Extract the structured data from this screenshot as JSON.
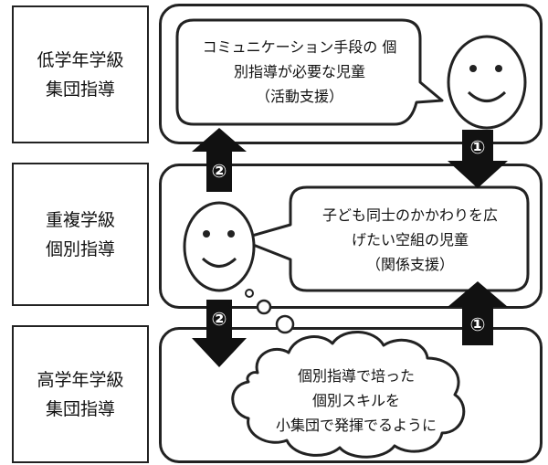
{
  "rows": [
    {
      "label": "低学年学級\n集団指導"
    },
    {
      "label": "重複学級\n個別指導"
    },
    {
      "label": "高学年学級\n集団指導"
    }
  ],
  "bubbles": {
    "top": "コミュニケーション手段の 個\n別指導が必要な児童\n（活動支援）",
    "middle": "子ども同士のかかわりを広\nげたい空組の児童\n（関係支援）",
    "bottom": "個別指導で培った\n個別スキルを\n小集団で発揮でるように"
  },
  "arrows": {
    "one": "①",
    "two": "②"
  }
}
